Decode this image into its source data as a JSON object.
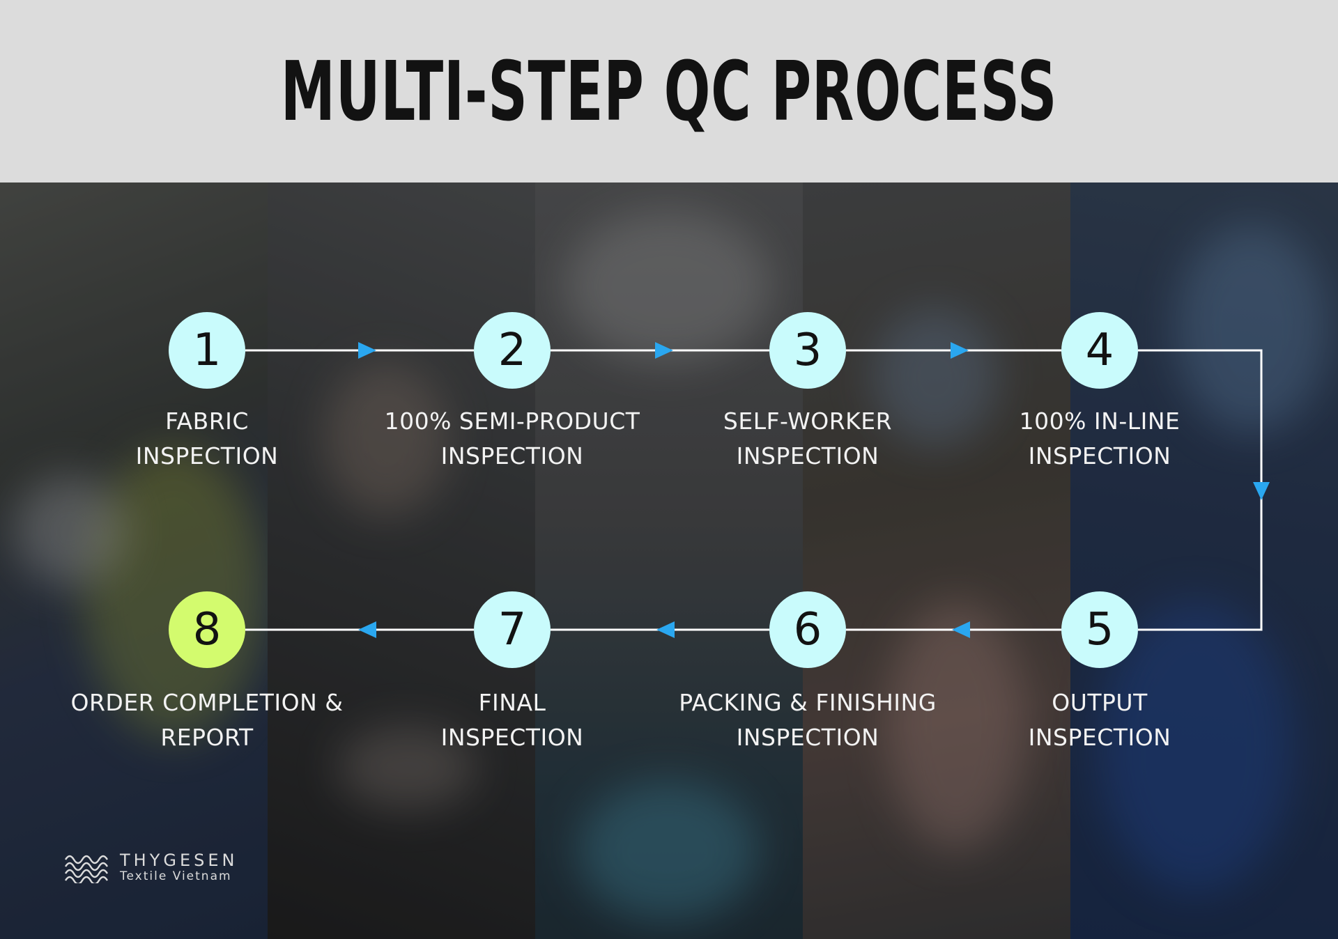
{
  "title": "MULTI-STEP QC PROCESS",
  "colors": {
    "header_bg": "#dcdcdc",
    "node_fill": "#c9fbfc",
    "final_node_fill": "#d3fb6e",
    "arrow": "#2aa7f0",
    "line": "#ffffff"
  },
  "steps": [
    {
      "number": "1",
      "line1": "FABRIC",
      "line2": "INSPECTION"
    },
    {
      "number": "2",
      "line1": "100% SEMI-PRODUCT",
      "line2": "INSPECTION"
    },
    {
      "number": "3",
      "line1": "SELF-WORKER",
      "line2": "INSPECTION"
    },
    {
      "number": "4",
      "line1": "100% IN-LINE",
      "line2": "INSPECTION"
    },
    {
      "number": "5",
      "line1": "OUTPUT",
      "line2": "INSPECTION"
    },
    {
      "number": "6",
      "line1": "PACKING & FINISHING",
      "line2": "INSPECTION"
    },
    {
      "number": "7",
      "line1": "FINAL",
      "line2": "INSPECTION"
    },
    {
      "number": "8",
      "line1": "ORDER COMPLETION &",
      "line2": "REPORT"
    }
  ],
  "logo": {
    "name": "THYGESEN",
    "subtitle": "Textile Vietnam"
  }
}
